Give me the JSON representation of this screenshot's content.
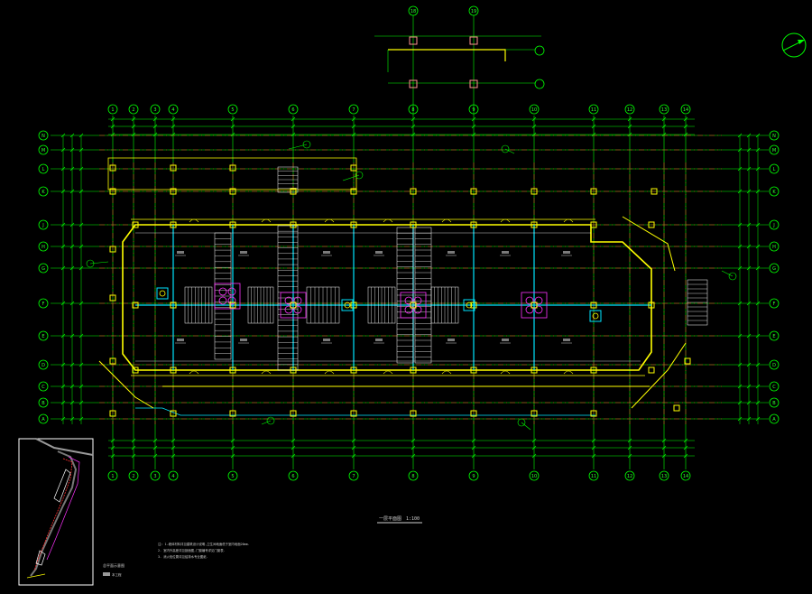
{
  "drawing": {
    "colors": {
      "background": "#000000",
      "axis_line": "#00ff00",
      "axis_dash": "#ff3030",
      "wall": "#ffff00",
      "column": "#ffff00",
      "partition": "#00e5ff",
      "stair": "#ffffff",
      "magenta": "#ff33ff",
      "text": "#d0d0d0"
    },
    "axes_numbers": [
      "1",
      "2",
      "3",
      "4",
      "5",
      "6",
      "7",
      "8",
      "9",
      "10",
      "11",
      "12",
      "13",
      "14"
    ],
    "axes_letters": [
      "A",
      "B",
      "C",
      "D",
      "E",
      "F",
      "G",
      "H",
      "J",
      "K",
      "L",
      "M",
      "N"
    ],
    "top_axes": [
      "18",
      "19"
    ],
    "plan_title": "一层平面图",
    "plan_scale": "1:100",
    "notes": [
      "注: 1.墙体材料详见建筑设计说明,卫生间地面低于室内地面20mm.",
      "2. 室内外高差详见剖面图,门窗编号详见门窗表.",
      "3. 消火栓位置详见给排水专业图纸."
    ],
    "site_plan_label": "总平面示意图",
    "site_plan_legend": "本工程"
  }
}
